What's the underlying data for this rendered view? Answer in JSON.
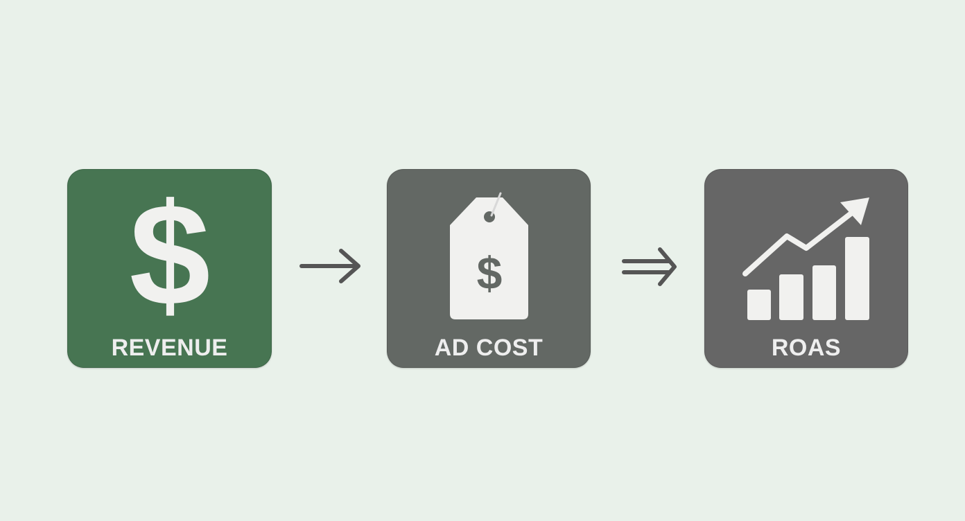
{
  "colors": {
    "background": "#e9f1ea",
    "revenue_card": "#477552",
    "adcost_card": "#636864",
    "roas_card": "#666666",
    "icon_fill": "#f1f1ef",
    "label_text": "#eeeeee",
    "arrow": "#555555"
  },
  "cards": [
    {
      "label": "REVENUE",
      "icon": "dollar-icon"
    },
    {
      "label": "AD COST",
      "icon": "price-tag-icon"
    },
    {
      "label": "ROAS",
      "icon": "growth-chart-icon"
    }
  ],
  "connectors": [
    {
      "icon": "single-arrow-right-icon"
    },
    {
      "icon": "double-arrow-right-icon"
    }
  ]
}
